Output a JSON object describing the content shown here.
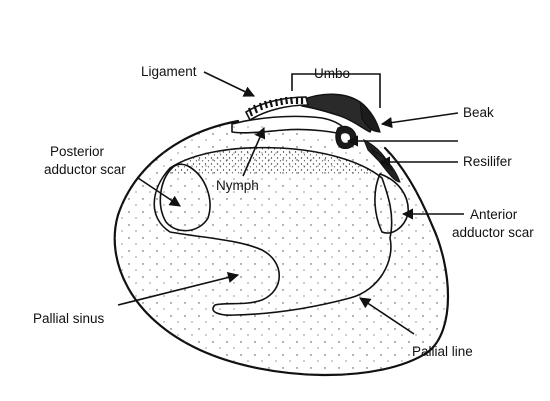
{
  "labels": {
    "ligament": "Ligament",
    "umbo": "Umbo",
    "beak": "Beak",
    "posterior_adductor_scar_line1": "Posterior",
    "posterior_adductor_scar_line2": "adductor scar",
    "nymph": "Nymph",
    "resilifer": "Resilifer",
    "anterior_adductor_scar_line1": "Anterior",
    "anterior_adductor_scar_line2": "adductor scar",
    "pallial_sinus": "Pallial sinus",
    "pallial_line": "Pallial line"
  },
  "colors": {
    "ink": "#111111",
    "background": "#ffffff"
  }
}
